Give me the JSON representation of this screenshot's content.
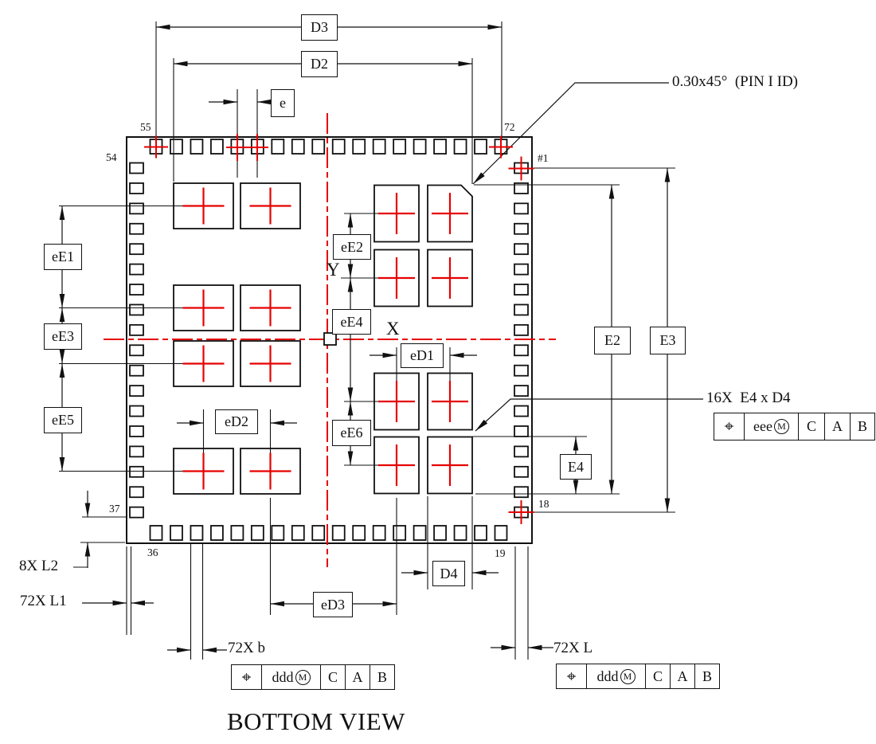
{
  "drawing_title": "BOTTOM VIEW",
  "dimension_labels": {
    "D3": "D3",
    "D2": "D2",
    "e": "e",
    "eE1": "eE1",
    "eE3": "eE3",
    "eE5": "eE5",
    "eE2": "eE2",
    "eE4": "eE4",
    "eE6": "eE6",
    "eD1": "eD1",
    "eD2": "eD2",
    "eD3": "eD3",
    "D4": "D4",
    "E2": "E2",
    "E3": "E3",
    "E4": "E4"
  },
  "pin_labels": {
    "pin55": "55",
    "pin54": "54",
    "pin72": "72",
    "pin1": "#1",
    "pin37": "37",
    "pin36": "36",
    "pin19": "19",
    "pin18": "18"
  },
  "axis_labels": {
    "x": "X",
    "y": "Y"
  },
  "callouts": {
    "pin1_id": "0.30x45°  (PIN I ID)",
    "thermal_pad_count": "16X  E4 x D4",
    "corner_leads": "8X L2",
    "lead_length1": "72X L1",
    "lead_width": "72X b",
    "lead_length": "72X L"
  },
  "tolerance_frames": {
    "position_symbol": "⌖",
    "modifier": "M",
    "eee": {
      "value": "eee",
      "datums": [
        "C",
        "A",
        "B"
      ]
    },
    "ddd_bottom_left": {
      "value": "ddd",
      "datums": [
        "C",
        "A",
        "B"
      ]
    },
    "ddd_bottom_right": {
      "value": "ddd",
      "datums": [
        "C",
        "A",
        "B"
      ]
    }
  },
  "colors": {
    "ink": "#1a1a1a",
    "highlight_red": "#e60000",
    "paper": "#ffffff"
  }
}
